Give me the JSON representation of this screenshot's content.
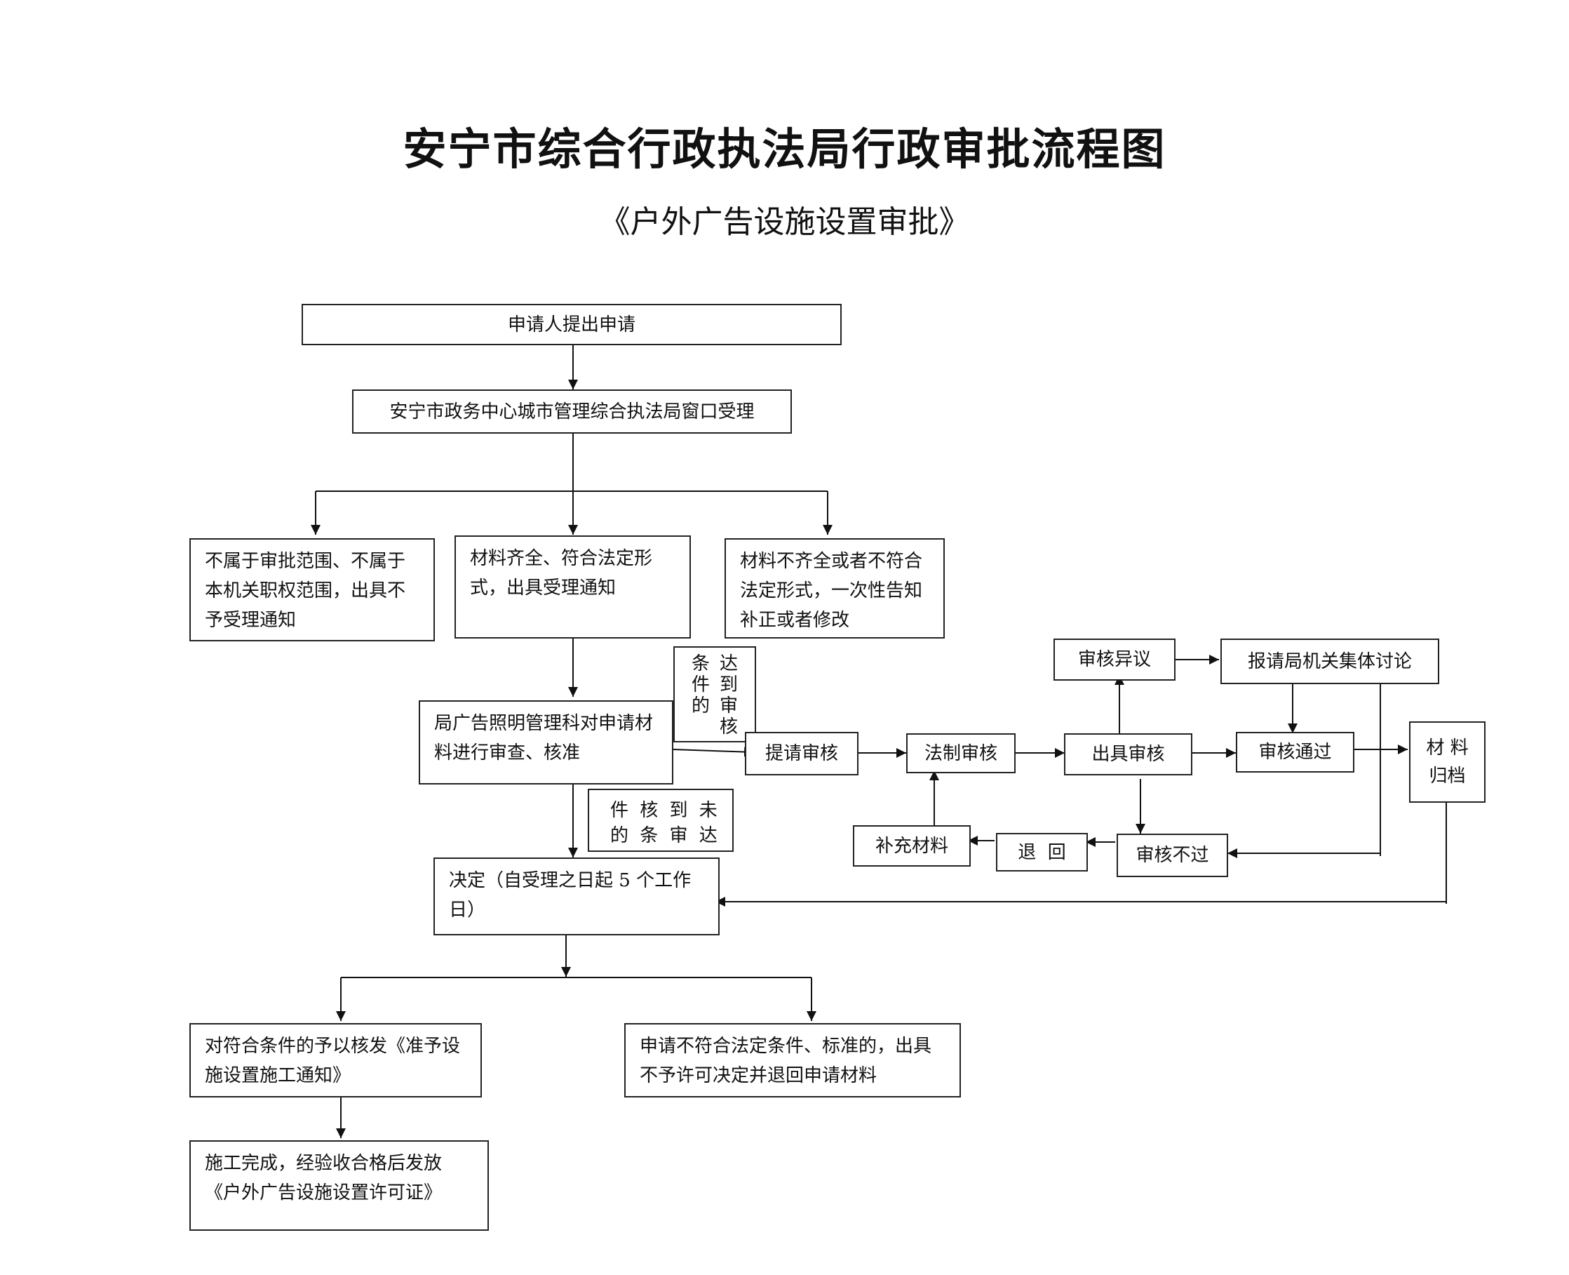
{
  "title": "安宁市综合行政执法局行政审批流程图",
  "subtitle": "《户外广告设施设置审批》",
  "nodes": {
    "apply": "申请人提出申请",
    "window": "安宁市政务中心城市管理综合执法局窗口受理",
    "not_in_scope": "不属于审批范围、不属于本机关职权范围，出具不予受理通知",
    "complete": "材料齐全、符合法定形式，出具受理通知",
    "incomplete": "材料不齐全或者不符合法定形式，一次性告知补正或者修改",
    "review": "局广告照明管理科对申请材料进行审查、核准",
    "submit_review": "提请审核",
    "legal_review": "法制审核",
    "issue_review": "出具审核",
    "objection": "审核异议",
    "collective": "报请局机关集体讨论",
    "passed": "审核通过",
    "archive": "材 料\n归档",
    "failed": "审核不过",
    "returned": "退  回",
    "supplement": "补充材料",
    "decision": "决定（自受理之日起 5 个工作日）",
    "approve": "对符合条件的予以核发《准予设施设置施工通知》",
    "reject": "申请不符合法定条件、标准的，出具不予许可决定并退回申请材料",
    "final": "施工完成，经验收合格后发放《户外广告设施设置许可证》"
  },
  "labels": {
    "meets_col1": "条件的",
    "meets_col2": "达到审核",
    "fails_row1": "件 核 到 未",
    "fails_row2": "的   条 审 达"
  }
}
